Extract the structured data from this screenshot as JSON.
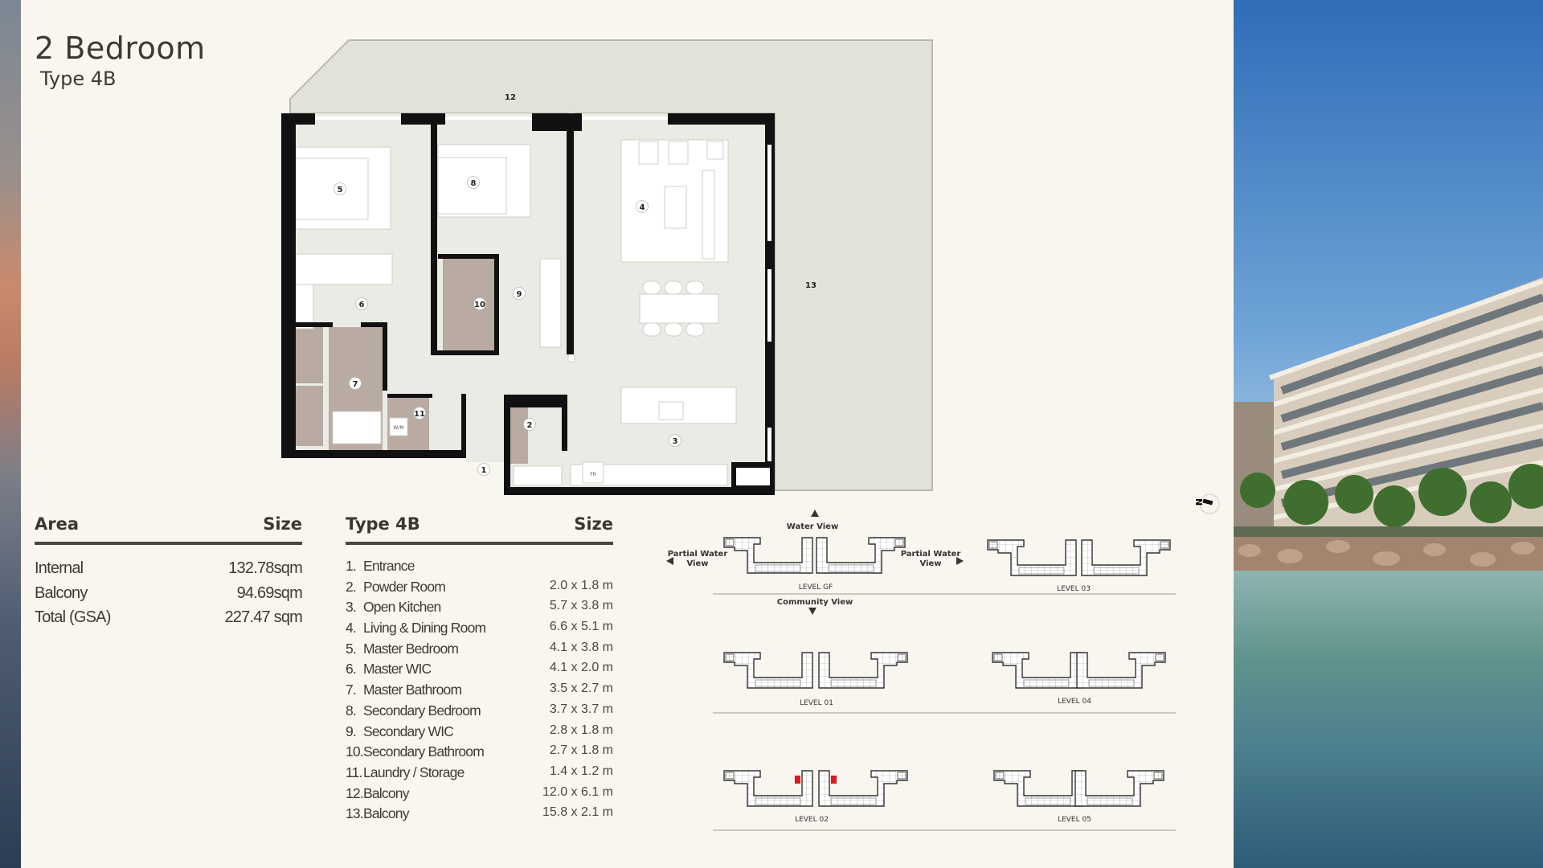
{
  "title": "2 Bedroom",
  "subtitle": "Type 4B",
  "area_table": {
    "header_left": "Area",
    "header_right": "Size",
    "rows": [
      {
        "label": "Internal",
        "value": "132.78sqm"
      },
      {
        "label": "Balcony",
        "value": "94.69sqm"
      },
      {
        "label": "Total (GSA)",
        "value": "227.47 sqm"
      }
    ]
  },
  "rooms_table": {
    "header_left": "Type 4B",
    "header_right": "Size",
    "rooms": [
      {
        "num": "1.",
        "name": "Entrance",
        "size": ""
      },
      {
        "num": "2.",
        "name": "Powder Room",
        "size": "2.0 x 1.8 m"
      },
      {
        "num": "3.",
        "name": "Open Kitchen",
        "size": "5.7 x 3.8 m"
      },
      {
        "num": "4.",
        "name": "Living & Dining Room",
        "size": "6.6 x 5.1 m"
      },
      {
        "num": "5.",
        "name": "Master Bedroom",
        "size": "4.1 x 3.8 m"
      },
      {
        "num": "6.",
        "name": "Master WIC",
        "size": "4.1 x 2.0 m"
      },
      {
        "num": "7.",
        "name": "Master Bathroom",
        "size": "3.5 x 2.7 m"
      },
      {
        "num": "8.",
        "name": "Secondary Bedroom",
        "size": "3.7 x 3.7 m"
      },
      {
        "num": "9.",
        "name": "Secondary WIC",
        "size": "2.8 x 1.8 m"
      },
      {
        "num": "10.",
        "name": "Secondary Bathroom",
        "size": "2.7 x 1.8 m"
      },
      {
        "num": "11.",
        "name": "Laundry / Storage",
        "size": "1.4 x 1.2 m"
      },
      {
        "num": "12.",
        "name": "Balcony",
        "size": "12.0 x 6.1 m"
      },
      {
        "num": "13.",
        "name": "Balcony",
        "size": "15.8 x 2.1 m"
      }
    ]
  },
  "floorplan": {
    "markers": [
      "1",
      "2",
      "3",
      "4",
      "5",
      "6",
      "7",
      "8",
      "9",
      "10",
      "11",
      "12",
      "13"
    ],
    "fixture_labels": {
      "washer": "W/M",
      "fridge": "FR"
    }
  },
  "key_plan": {
    "water_view": "Water View",
    "partial_left_1": "Partial Water",
    "partial_left_2": "View",
    "partial_right_1": "Partial Water",
    "partial_right_2": "View",
    "community_view": "Community View",
    "levels": [
      "LEVEL GF",
      "LEVEL 03",
      "LEVEL 01",
      "LEVEL 04",
      "LEVEL 02",
      "LEVEL 05"
    ],
    "highlighted_level": "LEVEL 02"
  },
  "compass": "N",
  "colors": {
    "background": "#f9f6ef",
    "text": "#3d3a36",
    "wall": "#111111",
    "balcony": "#e2e2d8",
    "floor": "#ebebe5",
    "wet_room": "#b9aba1",
    "unit_highlight": "#d81e1e"
  }
}
